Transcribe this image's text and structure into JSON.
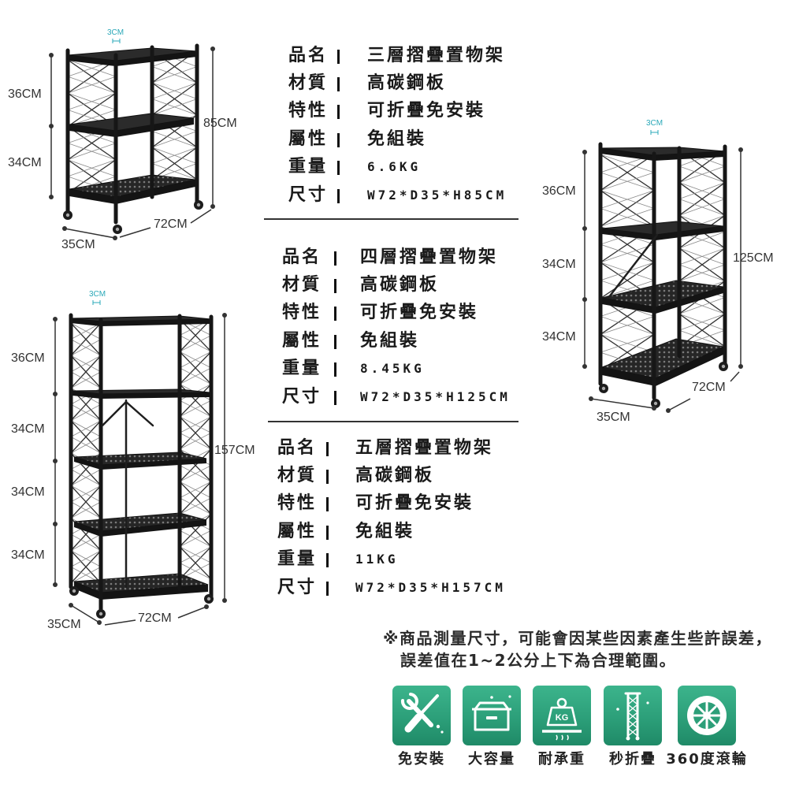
{
  "shelves": {
    "three_tier": {
      "top_gap": "3CM",
      "tier_heights": [
        "36CM",
        "34CM"
      ],
      "total_height": "85CM",
      "width": "72CM",
      "depth": "35CM"
    },
    "four_tier": {
      "top_gap": "3CM",
      "tier_heights": [
        "36CM",
        "34CM",
        "34CM"
      ],
      "total_height": "125CM",
      "width": "72CM",
      "depth": "35CM"
    },
    "five_tier": {
      "top_gap": "3CM",
      "tier_heights": [
        "36CM",
        "34CM",
        "34CM",
        "34CM"
      ],
      "total_height": "157CM",
      "width": "72CM",
      "depth": "35CM"
    }
  },
  "specs": [
    {
      "rows": [
        {
          "label": "品名",
          "value": "三層摺疊置物架"
        },
        {
          "label": "材質",
          "value": "高碳鋼板"
        },
        {
          "label": "特性",
          "value": "可折疊免安裝"
        },
        {
          "label": "屬性",
          "value": "免組裝"
        },
        {
          "label": "重量",
          "value": "6.6KG"
        },
        {
          "label": "尺寸",
          "value": "W72*D35*H85CM"
        }
      ]
    },
    {
      "rows": [
        {
          "label": "品名",
          "value": "四層摺疊置物架"
        },
        {
          "label": "材質",
          "value": "高碳鋼板"
        },
        {
          "label": "特性",
          "value": "可折疊免安裝"
        },
        {
          "label": "屬性",
          "value": "免組裝"
        },
        {
          "label": "重量",
          "value": "8.45KG"
        },
        {
          "label": "尺寸",
          "value": "W72*D35*H125CM"
        }
      ]
    },
    {
      "rows": [
        {
          "label": "品名",
          "value": "五層摺疊置物架"
        },
        {
          "label": "材質",
          "value": "高碳鋼板"
        },
        {
          "label": "特性",
          "value": "可折疊免安裝"
        },
        {
          "label": "屬性",
          "value": "免組裝"
        },
        {
          "label": "重量",
          "value": "11KG"
        },
        {
          "label": "尺寸",
          "value": "W72*D35*H157CM"
        }
      ]
    }
  ],
  "note": {
    "line1": "※商品測量尺寸，可能會因某些因素產生些許誤差，",
    "line2": "誤差值在1~2公分上下為合理範圍。"
  },
  "features": [
    {
      "label": "免安裝",
      "icon": "tools-icon"
    },
    {
      "label": "大容量",
      "icon": "storage-box-icon"
    },
    {
      "label": "耐承重",
      "icon": "weight-icon",
      "icon_text": "KG"
    },
    {
      "label": "秒折疊",
      "icon": "folding-shelf-icon"
    },
    {
      "label": "360度滾輪",
      "icon": "wheel-icon"
    }
  ],
  "colors": {
    "feature_tile": "#2c9f79",
    "dimension_accent": "#2aa8b8",
    "text": "#1a1a1a"
  }
}
